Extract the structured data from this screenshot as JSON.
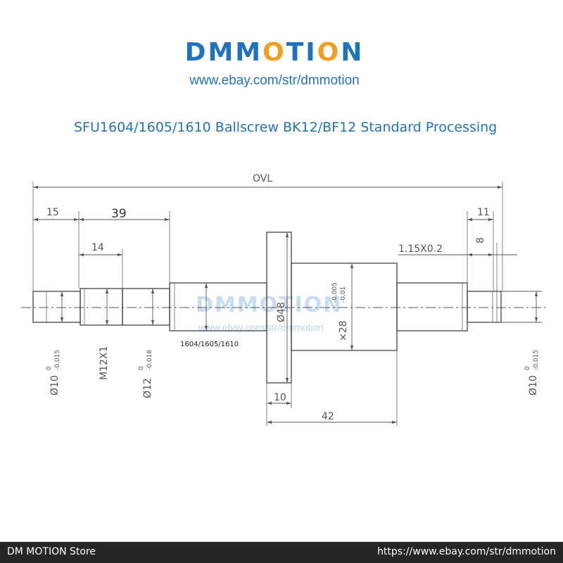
{
  "header": {
    "brand_pre": "DMM",
    "brand_o1": "O",
    "brand_mid": "TI",
    "brand_o2": "O",
    "brand_post": "N",
    "url": "www.ebay.com/str/dmmotion",
    "title": "SFU1604/1605/1610 Ballscrew BK12/BF12 Standard Processing"
  },
  "drawing": {
    "ovl": "OVL",
    "d15": "15",
    "d39": "39",
    "d14": "14",
    "d11": "11",
    "d8": "8",
    "chamfer": "1.15X0.2",
    "d10": "10",
    "d42": "42",
    "phi48": "Ø48",
    "phi28": "×28",
    "phi28_tol_up": "-0.005",
    "phi28_tol_low": "-0.01",
    "left_phi10": "Ø10",
    "left_phi10_up": "0",
    "left_phi10_low": "-0.015",
    "thread": "M12X1",
    "phi12": "Ø12",
    "phi12_up": "0",
    "phi12_low": "-0.018",
    "right_phi10": "Ø10",
    "right_phi10_up": "0",
    "right_phi10_low": "-0.015",
    "model_label": "1604/1605/1610",
    "watermark": "DMMOTION",
    "watermark_url": "www.ebay.com/str/dmmotion"
  },
  "footer": {
    "store": "DM MOTION Store",
    "link": "https://www.ebay.com/str/dmmotion"
  },
  "colors": {
    "brand_blue": "#1f73be",
    "brand_orange": "#f0a020",
    "footer_bg": "#262626"
  }
}
